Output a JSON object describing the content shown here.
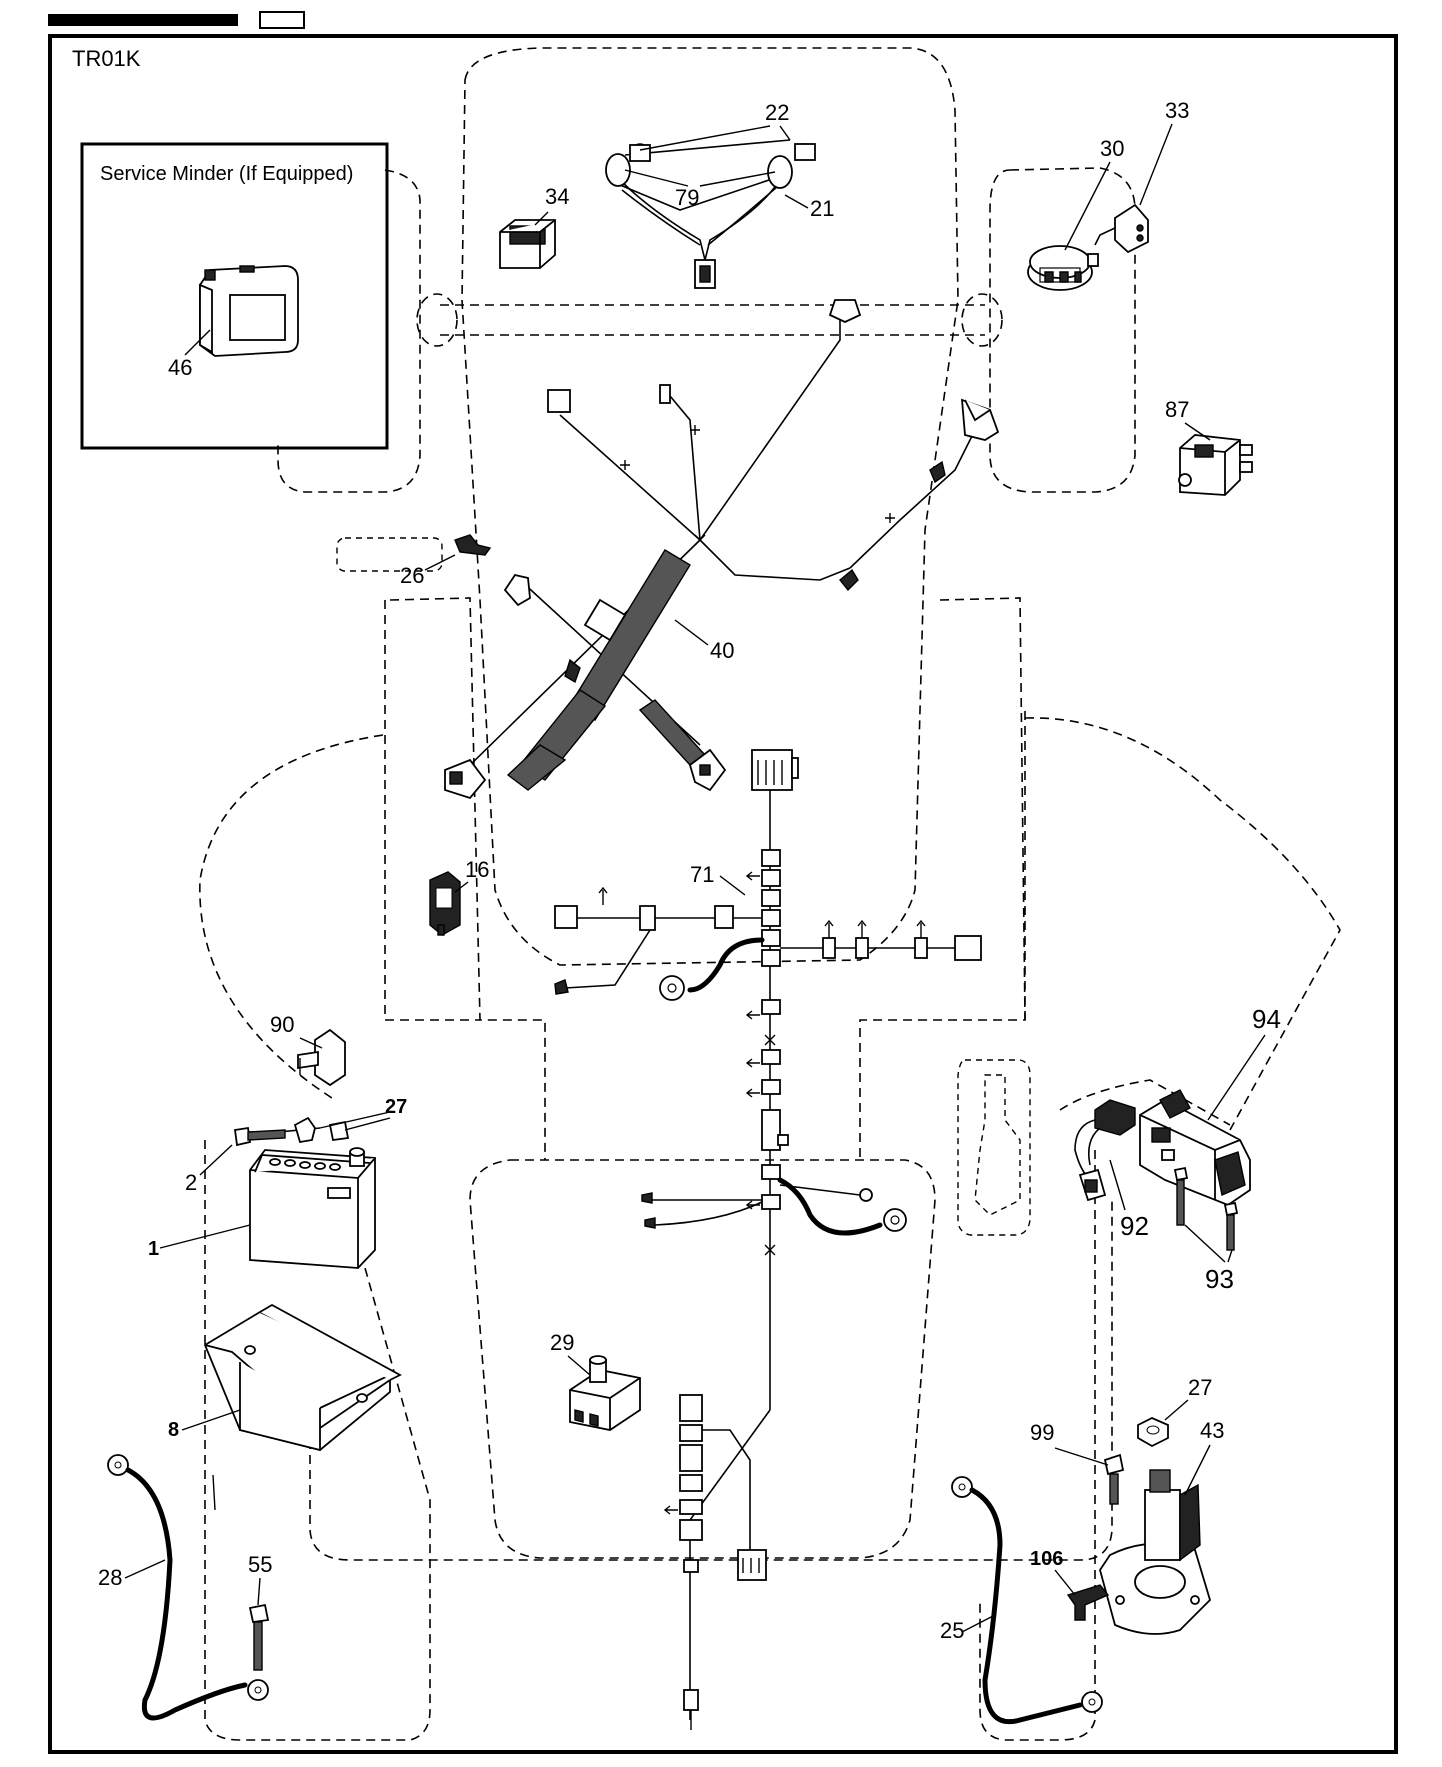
{
  "diagram_code": "TR01K",
  "inset_title": "Service Minder (If Equipped)",
  "labels": {
    "p1": "1",
    "p2": "2",
    "p8": "8",
    "p16": "16",
    "p21": "21",
    "p22": "22",
    "p25": "25",
    "p26": "26",
    "p27a": "27",
    "p27b": "27",
    "p28": "28",
    "p29": "29",
    "p30": "30",
    "p33": "33",
    "p34": "34",
    "p40": "40",
    "p43": "43",
    "p46": "46",
    "p55": "55",
    "p71": "71",
    "p79": "79",
    "p87": "87",
    "p90": "90",
    "p92": "92",
    "p93": "93",
    "p94": "94",
    "p99": "99",
    "p106": "106"
  }
}
